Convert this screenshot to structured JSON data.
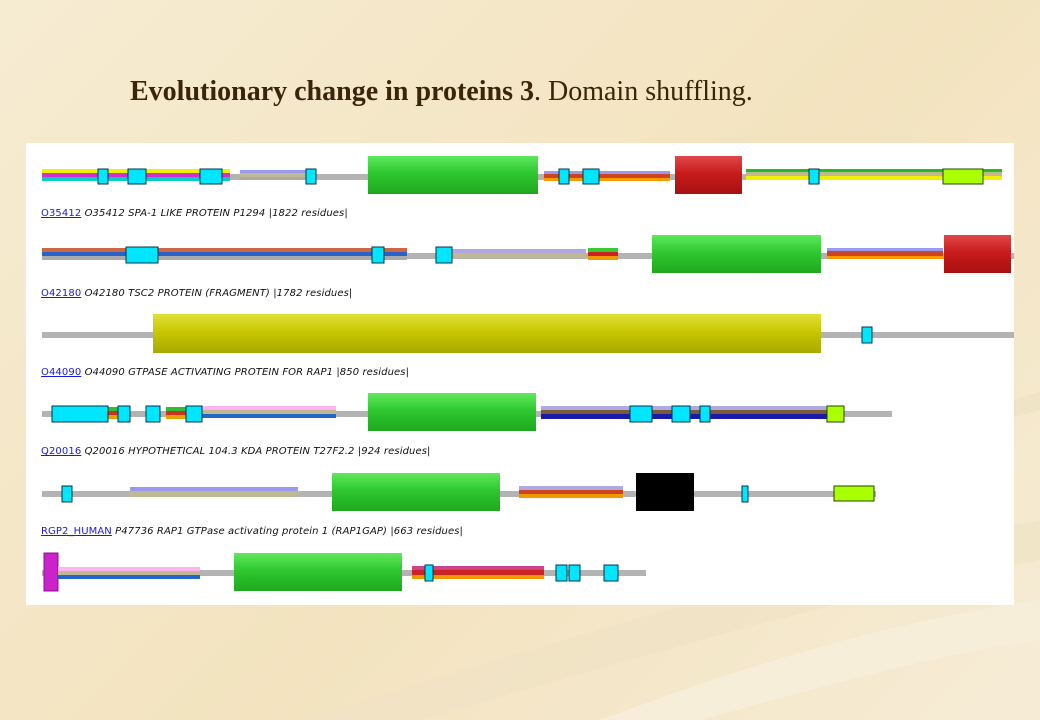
{
  "slide": {
    "title_bold": "Evolutionary change in proteins 3",
    "title_rest": ". Domain shuffling."
  },
  "proteins": [
    {
      "link": "O35412",
      "desc": "O35412 SPA-1 LIKE PROTEIN P1294   |1822 residues|"
    },
    {
      "link": "O42180",
      "desc": "O42180 TSC2 PROTEIN (FRAGMENT)   |1782 residues|"
    },
    {
      "link": "O44090",
      "desc": "O44090 GTPASE ACTIVATING PROTEIN FOR RAP1   |850 residues|"
    },
    {
      "link": "Q20016",
      "desc": "Q20016 HYPOTHETICAL 104.3 KDA PROTEIN T27F2.2   |924 residues|"
    },
    {
      "link": "RGP2_HUMAN",
      "desc": "P47736 RAP1 GTPase activating protein 1 (RAP1GAP)   |663 residues|"
    }
  ],
  "colors": {
    "backbone": "#b3b3b3",
    "gap_domain_green": "#33cc33",
    "red_domain": "#cc1c1c",
    "yellow_domain": "#cccc00",
    "black_domain": "#000000",
    "cyan_motif": "#00e6ff",
    "lime_motif": "#aaff00",
    "magenta_motif": "#cc22cc",
    "link_blue": "#1a1ad8"
  }
}
